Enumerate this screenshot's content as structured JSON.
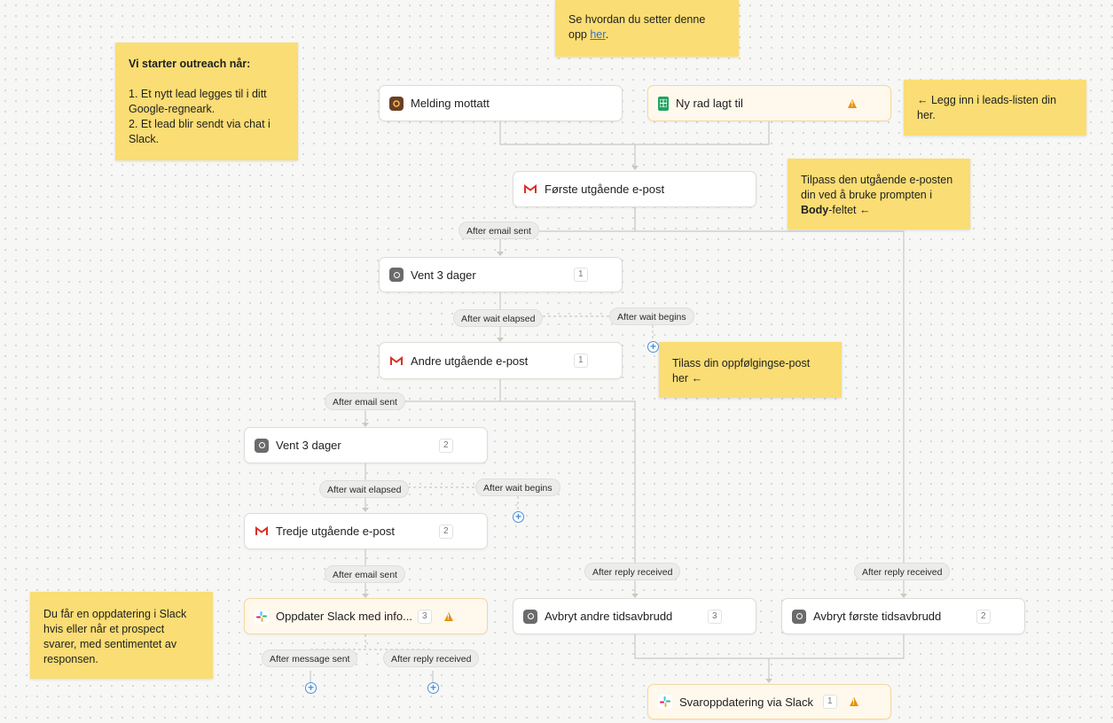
{
  "notes": {
    "setup_text": "Se hvordan du setter denne opp ",
    "setup_link": "her",
    "setup_end": ".",
    "start_title": "Vi starter outreach når:",
    "start_item1": "1. Et nytt lead legges til i ditt Google-regneark.",
    "start_item2": "2. Et lead blir sendt via chat i Slack.",
    "leads": "← Legg inn i leads-listen din her.",
    "customize_pre": "Tilpass den utgående e-posten din ved å bruke prompten i ",
    "customize_bold": "Body",
    "customize_post": "-feltet ←",
    "followup": "Tilass din oppfølgingse-post her ←",
    "slack_update": "Du får en oppdatering i Slack hvis eller når et prospect svarer, med sentimentet av responsen."
  },
  "nodes": {
    "message_received": {
      "label": "Melding mottatt",
      "icon": "webhook-icon"
    },
    "new_row": {
      "label": "Ny rad lagt til",
      "icon": "google-sheets-icon"
    },
    "first_email": {
      "label": "Første utgående e-post",
      "icon": "gmail-icon"
    },
    "wait1": {
      "label": "Vent 3 dager",
      "badge": "1",
      "icon": "clock-icon"
    },
    "second_email": {
      "label": "Andre utgående e-post",
      "badge": "1",
      "icon": "gmail-icon"
    },
    "wait2": {
      "label": "Vent 3 dager",
      "badge": "2",
      "icon": "clock-icon"
    },
    "third_email": {
      "label": "Tredje utgående e-post",
      "badge": "2",
      "icon": "gmail-icon"
    },
    "slack_update": {
      "label": "Oppdater Slack med info...",
      "badge": "3",
      "icon": "slack-icon"
    },
    "cancel_second": {
      "label": "Avbryt andre tidsavbrudd",
      "badge": "3",
      "icon": "clock-icon"
    },
    "cancel_first": {
      "label": "Avbryt første tidsavbrudd",
      "badge": "2",
      "icon": "clock-icon"
    },
    "reply_slack": {
      "label": "Svaroppdatering via Slack",
      "badge": "1",
      "icon": "slack-icon"
    }
  },
  "pills": {
    "email_sent_1": "After email sent",
    "wait_elapsed_1": "After wait elapsed",
    "wait_begins_1": "After wait begins",
    "email_sent_2": "After email sent",
    "wait_elapsed_2": "After wait elapsed",
    "wait_begins_2": "After wait begins",
    "email_sent_3": "After email sent",
    "reply_received_1": "After reply received",
    "reply_received_2": "After reply received",
    "message_sent": "After message sent",
    "reply_received_3": "After reply received"
  },
  "colors": {
    "note": "#fadd74",
    "warning": "#e5930b",
    "add_button": "#4a8fd6",
    "canvas": "#f7f7f6"
  }
}
